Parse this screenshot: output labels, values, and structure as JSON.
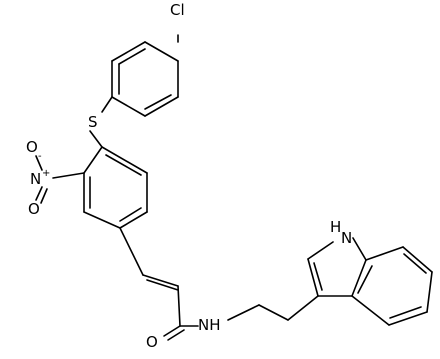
{
  "molecule": {
    "atom_labels": {
      "chlorine": "Cl",
      "sulfur": "S",
      "nitro_oxygen_top": "O",
      "nitro_oxygen_top_charge": "-",
      "nitro_nitrogen": "N",
      "nitro_nitrogen_charge": "+",
      "nitro_oxygen_bottom": "O",
      "amide_oxygen": "O",
      "amide_nh": "NH",
      "indole_nh": "H",
      "indole_n": "N"
    }
  },
  "colors": {
    "bond": "#000000",
    "label": "#000000",
    "background": "#ffffff"
  }
}
